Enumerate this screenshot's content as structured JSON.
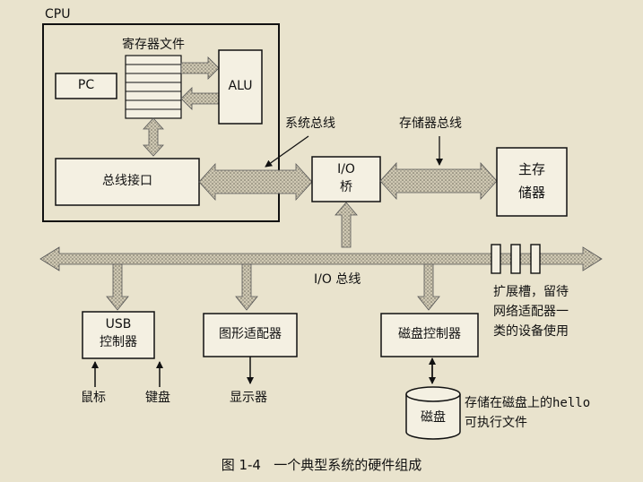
{
  "labels": {
    "cpu": "CPU",
    "register_file": "寄存器文件",
    "pc": "PC",
    "alu": "ALU",
    "bus_interface": "总线接口",
    "system_bus": "系统总线",
    "memory_bus": "存储器总线",
    "io_bridge_line1": "I/O",
    "io_bridge_line2": "桥",
    "main_memory_line1": "主存",
    "main_memory_line2": "储器",
    "io_bus": "I/O 总线",
    "expansion_slots_line1": "扩展槽，留待",
    "expansion_slots_line2": "网络适配器一",
    "expansion_slots_line3": "类的设备使用",
    "usb_controller_line1": "USB",
    "usb_controller_line2": "控制器",
    "graphics_adapter": "图形适配器",
    "disk_controller": "磁盘控制器",
    "mouse": "鼠标",
    "keyboard": "键盘",
    "display": "显示器",
    "disk": "磁盘",
    "disk_note_line1_prefix": "存储在磁盘上的",
    "disk_note_line1_code": "hello",
    "disk_note_line2": "可执行文件",
    "caption": "图 1-4   一个典型系统的硬件组成"
  }
}
